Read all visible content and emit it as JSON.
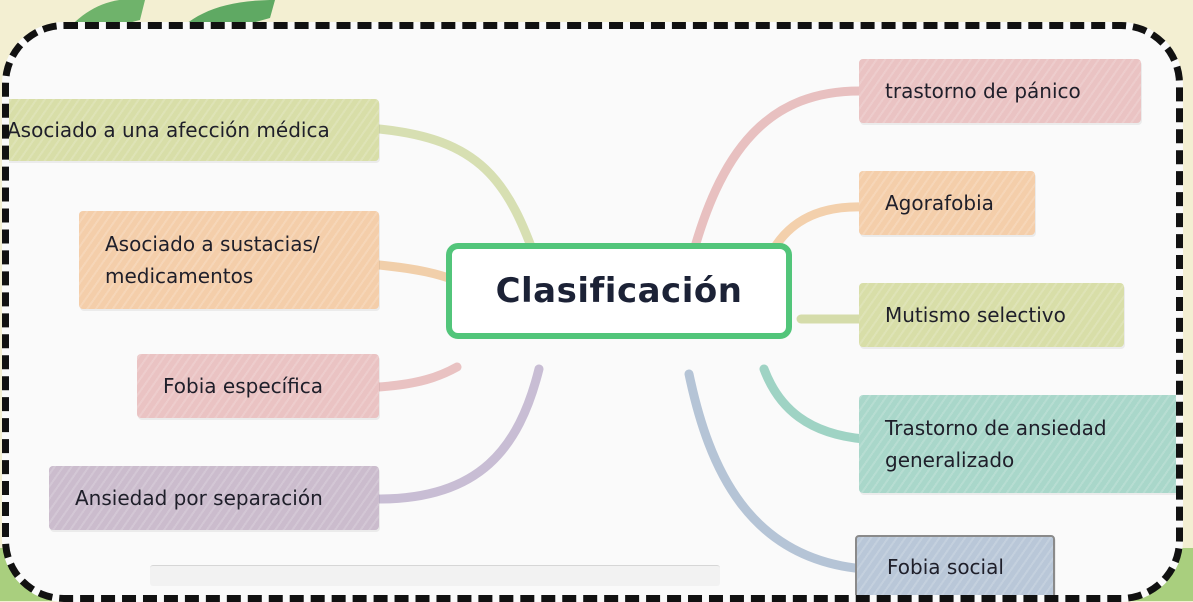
{
  "center": {
    "label": "Clasificación",
    "border_color": "#52c57a"
  },
  "left_nodes": [
    {
      "label": "Asociado a una afección médica",
      "color": "#d8dea8",
      "line_color": "#d3dbaa"
    },
    {
      "label": "Asociado a sustacias/\nmedicamentos",
      "color": "#f4ceaa",
      "line_color": "#f1cfaa"
    },
    {
      "label": "Fobia específica",
      "color": "#eac3c3",
      "line_color": "#e9c2c2"
    },
    {
      "label": "Ansiedad por separación",
      "color": "#cbbccd",
      "line_color": "#c8bdd4"
    }
  ],
  "right_nodes": [
    {
      "label": "trastorno de pánico",
      "color": "#eac3c3",
      "line_color": "#e8c0c0"
    },
    {
      "label": "Agorafobia",
      "color": "#f4ceaa",
      "line_color": "#f3d0ac"
    },
    {
      "label": "Mutismo selectivo",
      "color": "#d8dea8",
      "line_color": "#d5dcaa"
    },
    {
      "label": "Trastorno de ansiedad\ngeneralizado",
      "color": "#a9d7ca",
      "line_color": "#9fd3c4"
    },
    {
      "label": "Fobia social",
      "color": "#b9c7d8",
      "line_color": "#b5c4d6"
    }
  ]
}
